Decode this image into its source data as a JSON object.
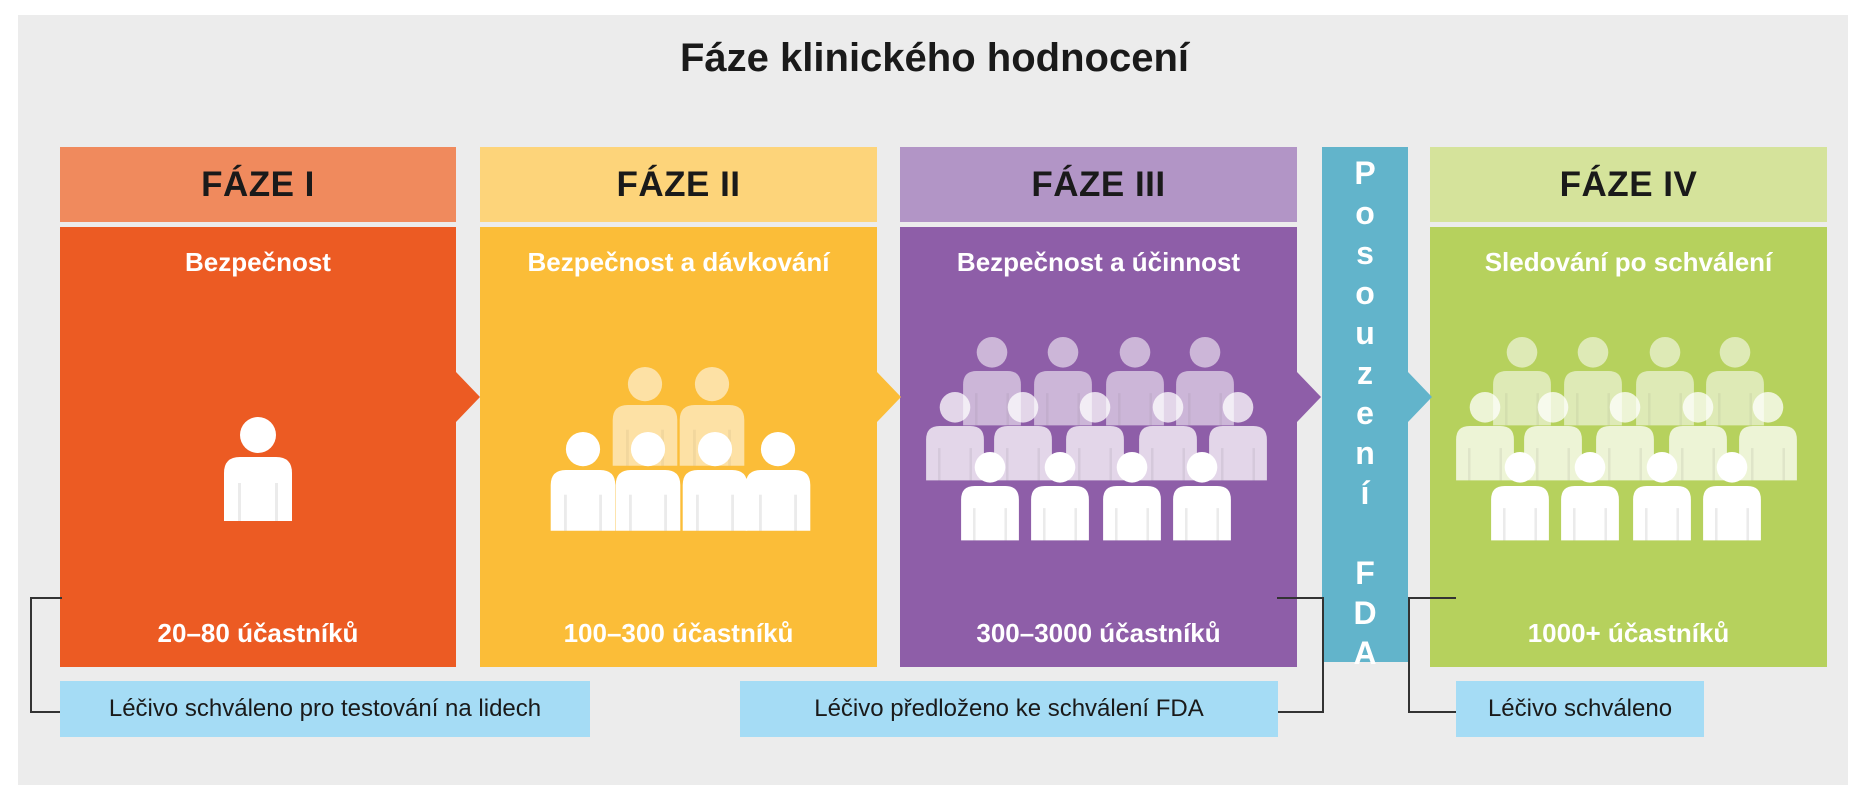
{
  "title": "Fáze klinického hodnocení",
  "phases": [
    {
      "header": "FÁZE I",
      "subtitle": "Bezpečnost",
      "count": "20–80 účastníků",
      "header_color": "#f08a5d",
      "body_color": "#ec5b23"
    },
    {
      "header": "FÁZE II",
      "subtitle": "Bezpečnost a dávkování",
      "count": "100–300 účastníků",
      "header_color": "#fdd47a",
      "body_color": "#fbbd38"
    },
    {
      "header": "FÁZE III",
      "subtitle": "Bezpečnost a účinnost",
      "count": "300–3000 účastníků",
      "header_color": "#b295c6",
      "body_color": "#8e5ea8"
    },
    {
      "header": "FÁZE IV",
      "subtitle": "Sledování po schválení",
      "count": "1000+ účastníků",
      "header_color": "#d5e39b",
      "body_color": "#b6d15d"
    }
  ],
  "fda_review": {
    "letters": [
      "P",
      "o",
      "s",
      "o",
      "u",
      "z",
      "e",
      "n",
      "í",
      "F",
      "D",
      "A"
    ],
    "color": "#62b4cb"
  },
  "notes": [
    {
      "text": "Léčivo schváleno pro testování na lidech"
    },
    {
      "text": "Léčivo předloženo ke schválení FDA"
    },
    {
      "text": "Léčivo schváleno"
    }
  ]
}
